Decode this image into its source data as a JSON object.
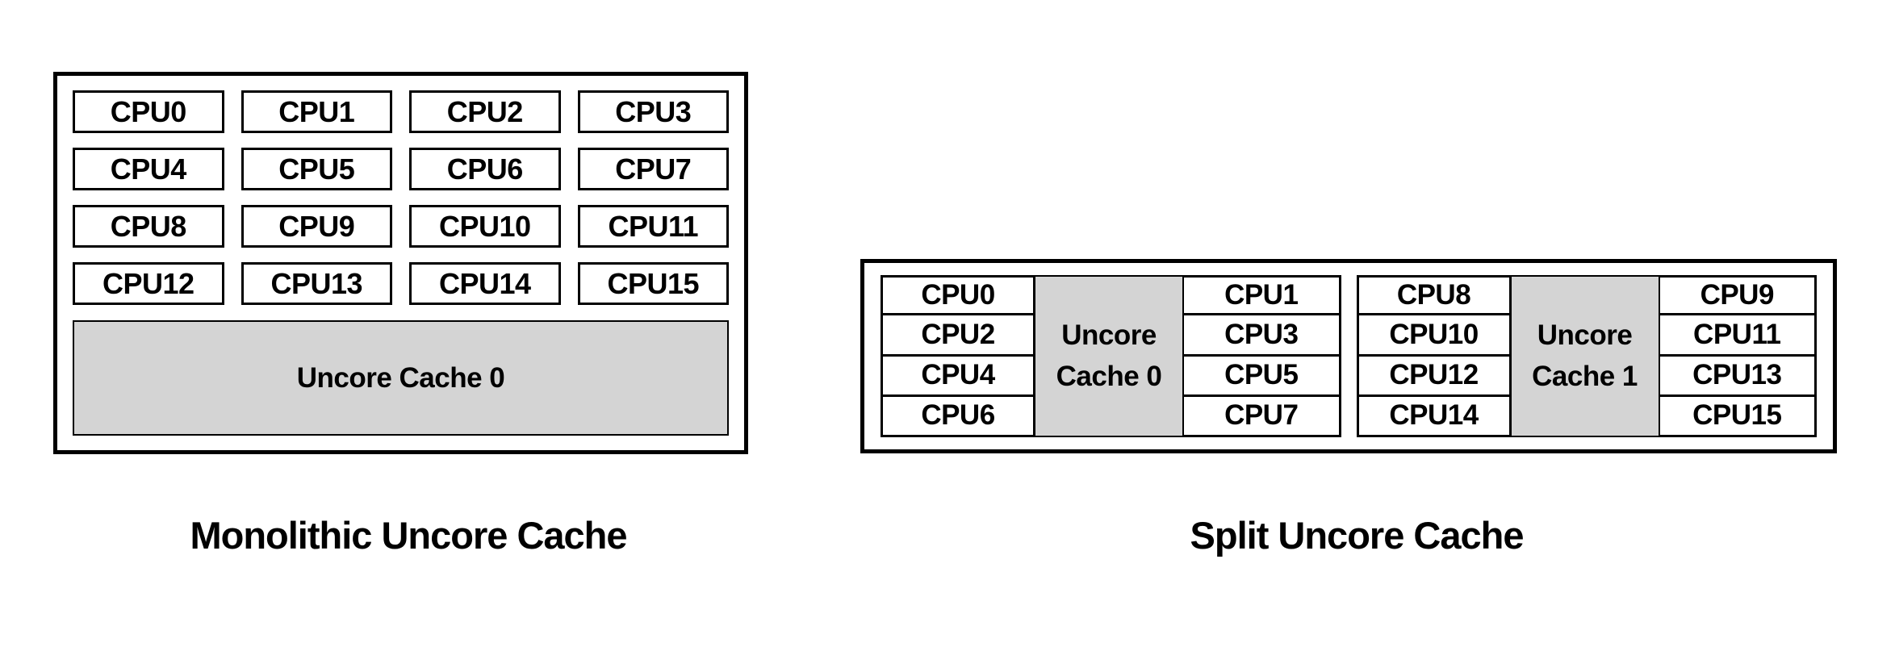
{
  "colors": {
    "background": "#ffffff",
    "border": "#000000",
    "cpu_fill": "#ffffff",
    "cache_fill": "#d4d4d4",
    "text": "#000000"
  },
  "monolithic": {
    "caption": "Monolithic Uncore Cache",
    "cache_label": "Uncore Cache 0",
    "cpus": [
      "CPU0",
      "CPU1",
      "CPU2",
      "CPU3",
      "CPU4",
      "CPU5",
      "CPU6",
      "CPU7",
      "CPU8",
      "CPU9",
      "CPU10",
      "CPU11",
      "CPU12",
      "CPU13",
      "CPU14",
      "CPU15"
    ]
  },
  "split": {
    "caption": "Split Uncore Cache",
    "clusters": [
      {
        "left_cpus": [
          "CPU0",
          "CPU2",
          "CPU4",
          "CPU6"
        ],
        "cache_label": "Uncore Cache 0",
        "right_cpus": [
          "CPU1",
          "CPU3",
          "CPU5",
          "CPU7"
        ]
      },
      {
        "left_cpus": [
          "CPU8",
          "CPU10",
          "CPU12",
          "CPU14"
        ],
        "cache_label": "Uncore Cache 1",
        "right_cpus": [
          "CPU9",
          "CPU11",
          "CPU13",
          "CPU15"
        ]
      }
    ]
  }
}
